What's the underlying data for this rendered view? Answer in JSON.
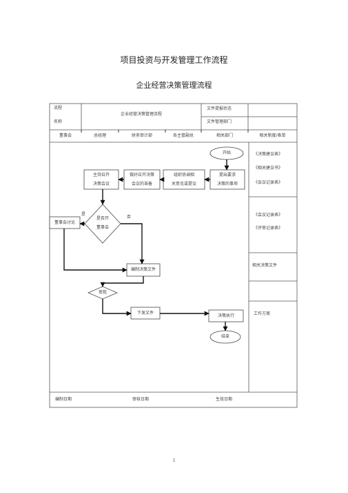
{
  "page": {
    "title": "项目投资与开发管理工作流程",
    "subtitle": "企业经营决策管理流程",
    "page_number": "1"
  },
  "header": {
    "flow_label": "流程",
    "name_label": "名称",
    "process_name": "企业经营决策管理流程",
    "doc_owner_label": "文件提报状态",
    "doc_manager_label": "文件管理部门"
  },
  "columns": [
    "董事会",
    "总经理",
    "财务审计部",
    "各主管副总",
    "相关部门",
    "相关制度/表单"
  ],
  "nodes": {
    "start": "开始",
    "propose": [
      "提出要求",
      "决策的事项"
    ],
    "organize": [
      "组织协调相",
      "关意见或提议"
    ],
    "finance_prep": [
      "做好召开决策",
      "会议的准备"
    ],
    "gm_meeting": [
      "主持召开",
      "决策会议"
    ],
    "decision": [
      "是否开",
      "董事会"
    ],
    "yes": "是",
    "no": "否",
    "board_discuss": "董事会讨论",
    "draft_doc": "编制决策文件",
    "review": "审批",
    "issue_doc": "下发文件",
    "execute": "决策执行",
    "end": "结束"
  },
  "forms": {
    "group1": [
      "《决策建议表》",
      "《相关建议书》",
      "《会议记录表》"
    ],
    "group2": [
      "《会议记录表》",
      "《评审记录表》"
    ],
    "group3": "相关决策文件",
    "group4": "工作方案"
  },
  "footer": {
    "edit_date": "编制日期",
    "review_date": "审核日期",
    "effective_date": "生效日期"
  }
}
